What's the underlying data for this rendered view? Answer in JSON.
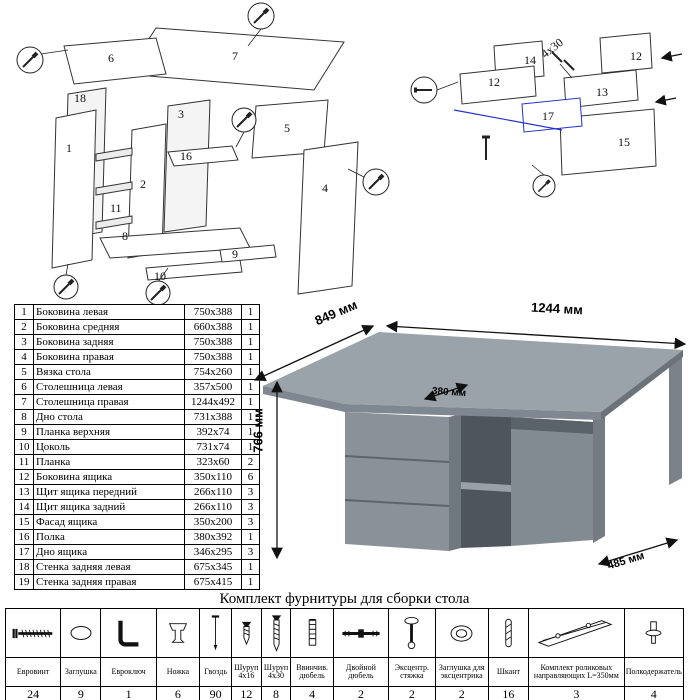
{
  "parts_table": {
    "rows": [
      {
        "num": "1",
        "name": "Боковина левая",
        "size": "750x388",
        "qty": "1"
      },
      {
        "num": "2",
        "name": "Боковина средняя",
        "size": "660x388",
        "qty": "1"
      },
      {
        "num": "3",
        "name": "Боковина задняя",
        "size": "750x388",
        "qty": "1"
      },
      {
        "num": "4",
        "name": "Боковина правая",
        "size": "750x388",
        "qty": "1"
      },
      {
        "num": "5",
        "name": "Вязка стола",
        "size": "754x260",
        "qty": "1"
      },
      {
        "num": "6",
        "name": "Столешница левая",
        "size": "357x500",
        "qty": "1"
      },
      {
        "num": "7",
        "name": "Столешница правая",
        "size": "1244x492",
        "qty": "1"
      },
      {
        "num": "8",
        "name": "Дно стола",
        "size": "731x388",
        "qty": "1"
      },
      {
        "num": "9",
        "name": "Планка верхняя",
        "size": "392x74",
        "qty": "1"
      },
      {
        "num": "10",
        "name": "Цоколь",
        "size": "731x74",
        "qty": "1"
      },
      {
        "num": "11",
        "name": "Планка",
        "size": "323x60",
        "qty": "2"
      },
      {
        "num": "12",
        "name": "Боковина ящика",
        "size": "350x110",
        "qty": "6"
      },
      {
        "num": "13",
        "name": "Щит ящика передний",
        "size": "266x110",
        "qty": "3"
      },
      {
        "num": "14",
        "name": "Щит ящика задний",
        "size": "266x110",
        "qty": "3"
      },
      {
        "num": "15",
        "name": "Фасад ящика",
        "size": "350x200",
        "qty": "3"
      },
      {
        "num": "16",
        "name": "Полка",
        "size": "380x392",
        "qty": "1"
      },
      {
        "num": "17",
        "name": "Дно ящика",
        "size": "346x295",
        "qty": "3"
      },
      {
        "num": "18",
        "name": "Стенка задняя левая",
        "size": "675x345",
        "qty": "1"
      },
      {
        "num": "19",
        "name": "Стенка задняя правая",
        "size": "675x415",
        "qty": "1"
      }
    ]
  },
  "exploded_desk": {
    "labels": [
      "6",
      "7",
      "18",
      "1",
      "5",
      "3",
      "16",
      "2",
      "11",
      "8",
      "9",
      "10",
      "4"
    ]
  },
  "exploded_drawer": {
    "labels": [
      "14",
      "12",
      "12",
      "13",
      "17",
      "15"
    ],
    "screw_label": "4x30"
  },
  "desk_view": {
    "dim_top_left": "849 мм",
    "dim_top_right": "1244 мм",
    "dim_height": "766 мм",
    "dim_inner": "380 мм",
    "dim_bottom_right": "485 мм",
    "desk_color": "#9aa2aa"
  },
  "hardware": {
    "title": "Комплект фурнитуры для сборки стола",
    "items": [
      {
        "name": "Евровинт",
        "qty": "24",
        "icon": "confirmat-screw-icon"
      },
      {
        "name": "Заглушка",
        "qty": "9",
        "icon": "cap-icon"
      },
      {
        "name": "Евроключ",
        "qty": "1",
        "icon": "hex-key-icon"
      },
      {
        "name": "Ножка",
        "qty": "6",
        "icon": "leg-icon"
      },
      {
        "name": "Гвоздь",
        "qty": "90",
        "icon": "nail-icon"
      },
      {
        "name": "Шуруп 4x16",
        "qty": "12",
        "icon": "screw-4x16-icon"
      },
      {
        "name": "Шуруп 4x30",
        "qty": "8",
        "icon": "screw-4x30-icon"
      },
      {
        "name": "Ввинчив. дюбель",
        "qty": "4",
        "icon": "screw-in-dowel-icon"
      },
      {
        "name": "Двойной дюбель",
        "qty": "2",
        "icon": "double-dowel-icon"
      },
      {
        "name": "Эксцентр. стяжка",
        "qty": "2",
        "icon": "cam-bolt-icon"
      },
      {
        "name": "Заглушка для эксцентрика",
        "qty": "2",
        "icon": "cam-cap-icon"
      },
      {
        "name": "Шкант",
        "qty": "16",
        "icon": "wood-dowel-icon"
      },
      {
        "name": "Комплект роликовых направляющих L=350мм",
        "qty": "3",
        "icon": "drawer-slide-icon"
      },
      {
        "name": "Полкодержатель",
        "qty": "4",
        "icon": "shelf-pin-icon"
      }
    ]
  }
}
